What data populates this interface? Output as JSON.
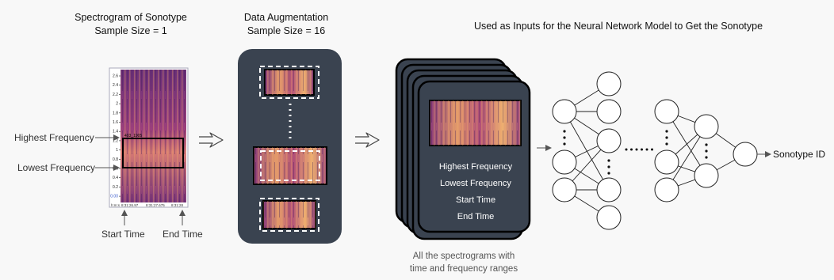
{
  "titles": {
    "sono_line1": "Spectrogram of Sonotype",
    "sono_line2": "Sample Size = 1",
    "aug_line1": "Data Augmentation",
    "aug_line2": "Sample Size = 16",
    "nn": "Used as Inputs for the Neural Network Model to Get the Sonotype"
  },
  "labels": {
    "highest": "Highest Frequency",
    "lowest": "Lowest Frequency",
    "start": "Start Time",
    "end": "End Time"
  },
  "spectrogram": {
    "y_ticks": [
      "2.6",
      "2.4",
      "2.2",
      "2",
      "1.8",
      "1.6",
      "1.4",
      "1.2",
      "1",
      "0.8",
      "0.6",
      "0.4",
      "0.2",
      "0.00"
    ],
    "box_label": "403_1905",
    "time_ticks": [
      "8:31:26.97",
      "8:31:27.675",
      "8:31:28"
    ],
    "time_prefix": "h:m:s"
  },
  "stack_card": {
    "lines": [
      "Highest Frequency",
      "Lowest Frequency",
      "Start Time",
      "End Time"
    ]
  },
  "caption": {
    "line1": "All the spectrograms with",
    "line2": "time and frequency ranges"
  },
  "output": "Sonotype ID",
  "colors": {
    "panel": "#3a4350",
    "spec_dark": "#5e2f73",
    "spec_mid": "#b0527a",
    "spec_bright": "#eea264"
  }
}
